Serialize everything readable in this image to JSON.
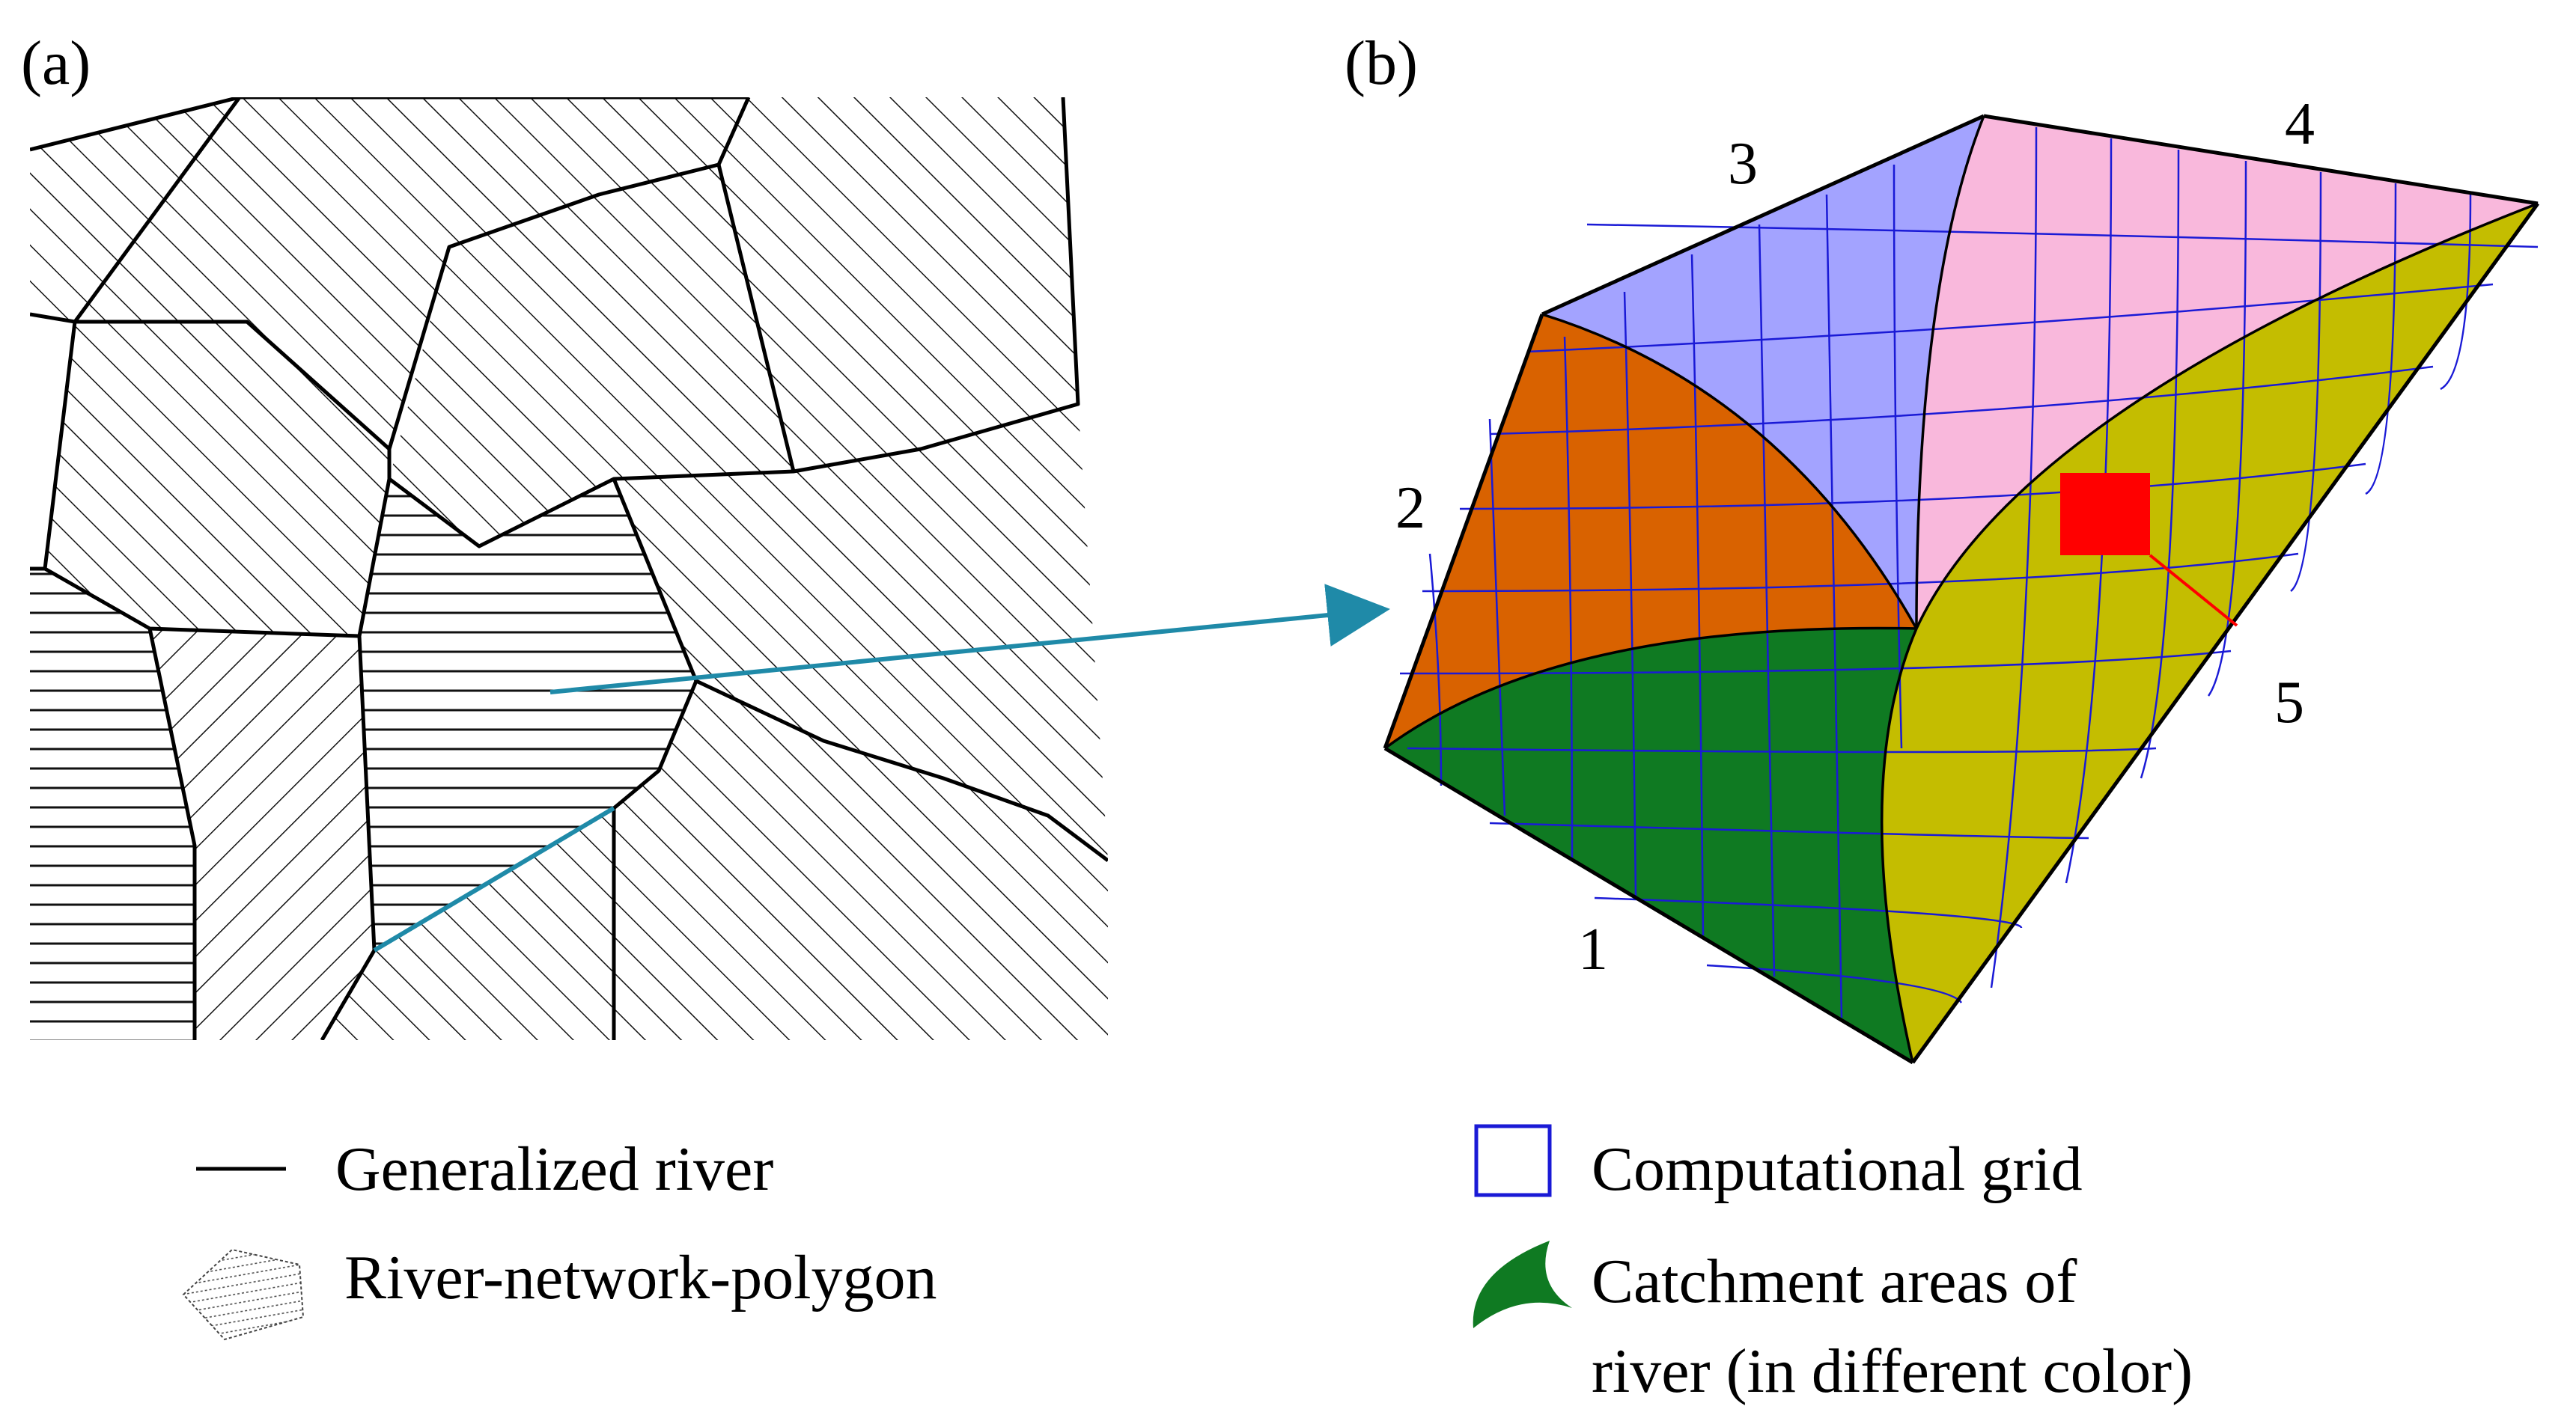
{
  "panel_a": {
    "tag": "(a)"
  },
  "panel_b": {
    "tag": "(b)",
    "river_numbers": [
      "1",
      "2",
      "3",
      "4",
      "5"
    ]
  },
  "legend": {
    "generalized_river": "Generalized river",
    "river_network_polygon": "River-network-polygon",
    "computational_grid": "Computational grid",
    "catchment_line1": "Catchment areas of",
    "catchment_line2": "river (in different color)"
  },
  "colors": {
    "catchment_1": "#0f7a22",
    "catchment_2": "#d96200",
    "catchment_3": "#a3a3ff",
    "catchment_4": "#f9b8dc",
    "catchment_5": "#c4bd00",
    "grid": "#1a1ad6",
    "highlight_cell": "#ff0000",
    "arrow": "#1f8aa8",
    "river_line": "#000000"
  }
}
